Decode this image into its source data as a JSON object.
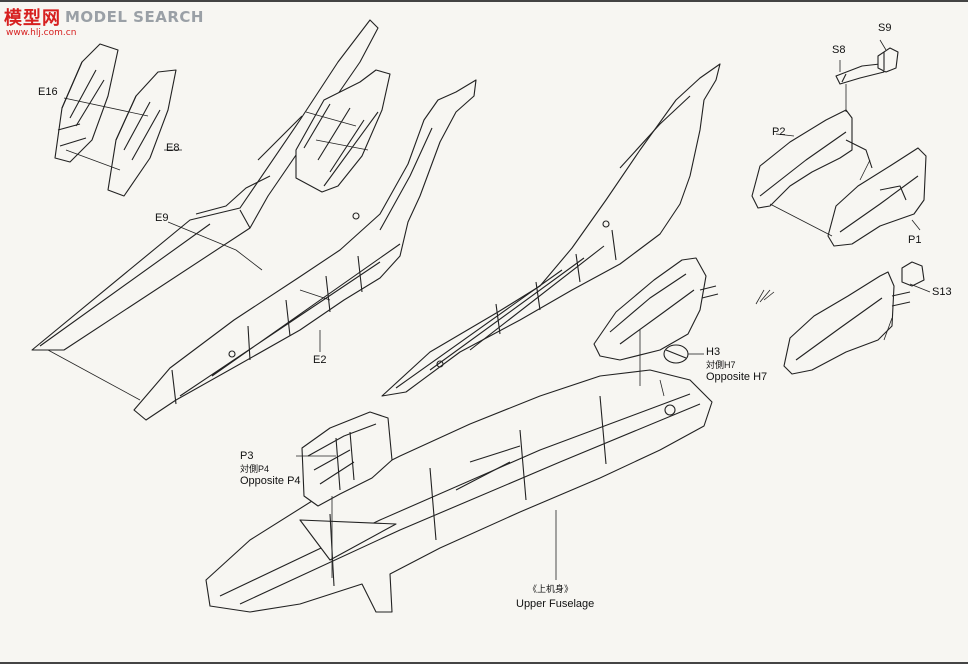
{
  "watermark": {
    "logo": "模型网",
    "text": "MODEL SEARCH",
    "sub": "www.hlj.com.cn"
  },
  "parts": {
    "e16": "E16",
    "e8": "E8",
    "e9": "E9",
    "e2": "E2",
    "s9": "S9",
    "s8": "S8",
    "p2": "P2",
    "p1": "P1",
    "s13": "S13",
    "h3": "H3",
    "h3_opposite_cn": "対側H7",
    "h3_opposite_en": "Opposite H7",
    "p3": "P3",
    "p3_opposite_cn": "対側P4",
    "p3_opposite_en": "Opposite P4",
    "upper_fuselage_cn": "《上机身》",
    "upper_fuselage_en": "Upper Fuselage"
  },
  "colors": {
    "line": "#222222",
    "part_fill": "#f7f6f2",
    "shade": "#e6e4de"
  }
}
